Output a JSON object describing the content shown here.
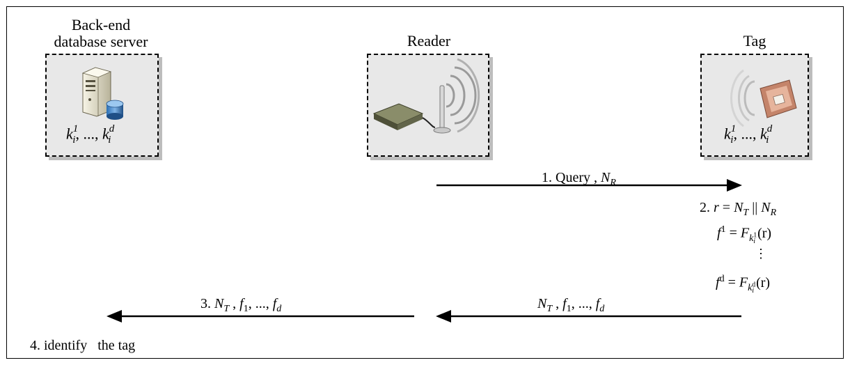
{
  "parties": {
    "server": {
      "title_line1": "Back-end",
      "title_line2": "database server",
      "keys": {
        "k1": "k",
        "sub1": "i",
        "sup1": "1",
        "sep": ", ..., ",
        "k2": "k",
        "sub2": "i",
        "sup2": "d"
      }
    },
    "reader": {
      "title": "Reader"
    },
    "tag": {
      "title": "Tag",
      "keys": {
        "k1": "k",
        "sub1": "i",
        "sup1": "1",
        "sep": ", ..., ",
        "k2": "k",
        "sub2": "i",
        "sup2": "d"
      }
    }
  },
  "messages": {
    "m1": {
      "prefix": "1. Query , ",
      "var": "N",
      "sub": "R"
    },
    "m3": {
      "prefix": "3. ",
      "n": "N",
      "nsub": "T",
      "rest1": " , ",
      "f1": "f",
      "f1sub": "1",
      "dots": ", ..., ",
      "fd": "f",
      "fdsub": "d"
    },
    "m3b": {
      "n": "N",
      "nsub": "T",
      "rest1": " , ",
      "f1": "f",
      "f1sub": "1",
      "dots": ", ..., ",
      "fd": "f",
      "fdsub": "d"
    },
    "m4": {
      "text": "4. identify   the tag"
    }
  },
  "computation": {
    "step": "2. ",
    "line1": {
      "r": "r",
      "eq": " = ",
      "nt": "N",
      "ntsub": "T",
      "cat": " || ",
      "nr": "N",
      "nrsub": "R"
    },
    "line2": {
      "f": "f",
      "sup": "1",
      "eq": " = ",
      "F": "F",
      "ksub": "k",
      "ksubsub": "i",
      "ksubsup": "1",
      "arg": "(r)"
    },
    "vdots": "⋮",
    "line3": {
      "f": "f",
      "sup": "d",
      "eq": " = ",
      "F": "F",
      "ksub": "k",
      "ksubsub": "i",
      "ksubsup": "d",
      "arg": "(r)"
    }
  }
}
